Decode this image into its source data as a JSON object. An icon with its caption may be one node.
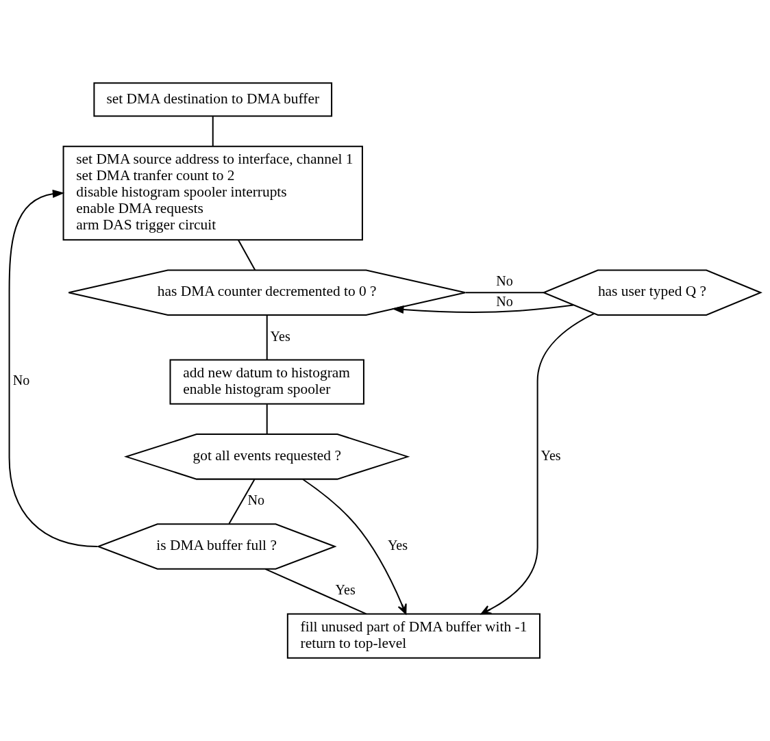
{
  "diagram": {
    "nodes": [
      {
        "text": [
          "set DMA destination to DMA buffer"
        ]
      },
      {
        "text": [
          "set DMA source address to interface, channel 1",
          "set DMA tranfer count to 2",
          "disable histogram spooler interrupts",
          "enable DMA requests",
          "arm DAS trigger circuit"
        ]
      },
      {
        "text": [
          "has DMA counter decremented to 0 ?"
        ]
      },
      {
        "text": [
          "has user typed Q ?"
        ]
      },
      {
        "text": [
          "add new datum to histogram",
          "enable histogram spooler"
        ]
      },
      {
        "text": [
          "got all events requested ?"
        ]
      },
      {
        "text": [
          "is DMA buffer full ?"
        ]
      },
      {
        "text": [
          "fill unused part of DMA buffer with -1",
          "return to top-level"
        ]
      }
    ],
    "edges": [
      {
        "from": 0,
        "to": 1,
        "arrow": "none"
      },
      {
        "from": 1,
        "to": 2,
        "arrow": "none"
      },
      {
        "from": 2,
        "to": 4,
        "label": "Yes",
        "arrow": "none"
      },
      {
        "from": 2,
        "to": 3,
        "label": "No",
        "arrow": "none"
      },
      {
        "from": 3,
        "to": 2,
        "label": "No",
        "arrow": "to"
      },
      {
        "from": 3,
        "to": 7,
        "label": "Yes",
        "arrow": "to"
      },
      {
        "from": 4,
        "to": 5,
        "arrow": "none"
      },
      {
        "from": 5,
        "to": 6,
        "label": "No",
        "arrow": "none"
      },
      {
        "from": 5,
        "to": 7,
        "label": "Yes",
        "arrow": "to"
      },
      {
        "from": 6,
        "to": 7,
        "label": "Yes",
        "arrow": "none"
      },
      {
        "from": 6,
        "to": 1,
        "label": "No",
        "arrow": "to"
      }
    ]
  }
}
